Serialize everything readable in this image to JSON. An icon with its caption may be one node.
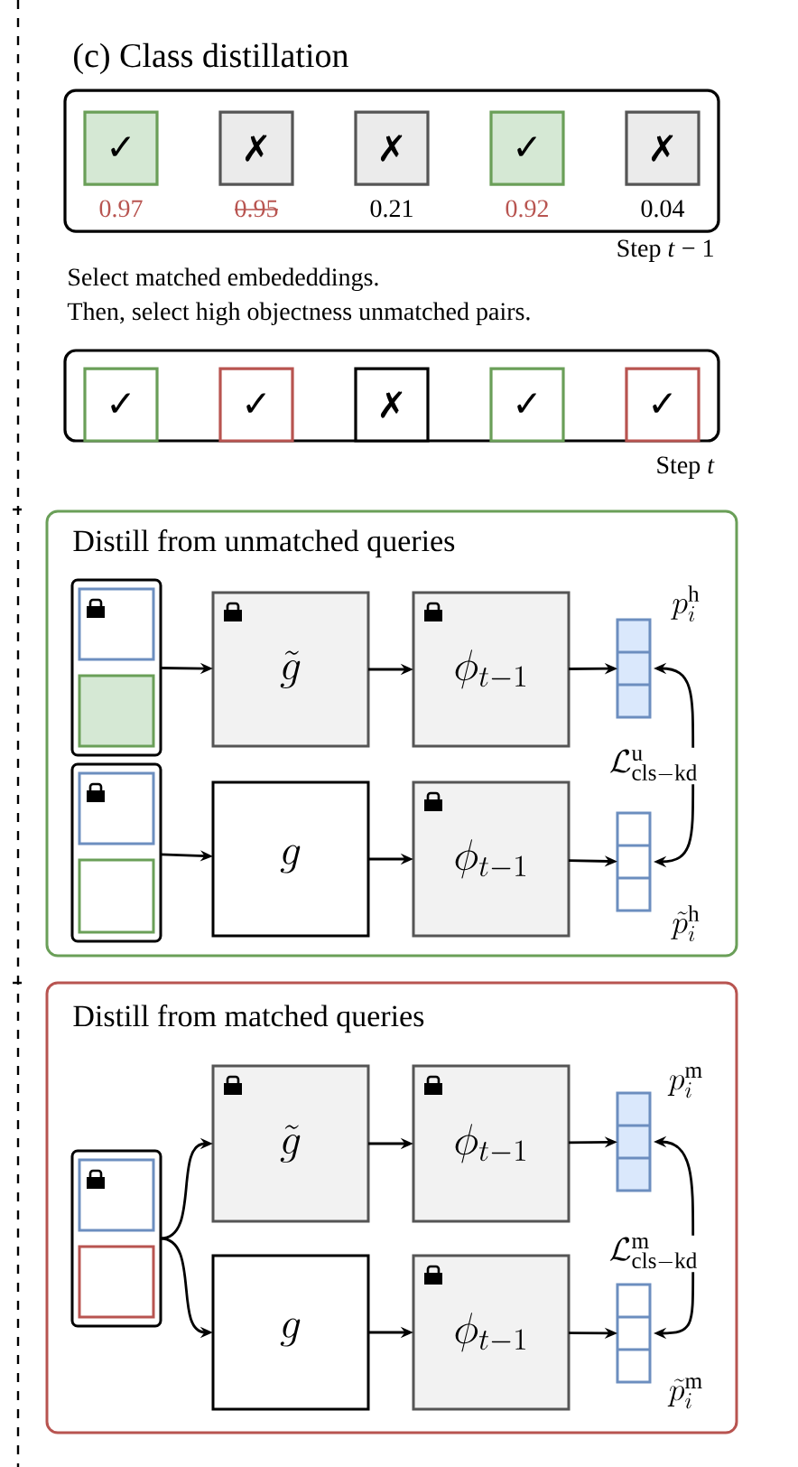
{
  "diagram": {
    "title": "(c) Class distillation",
    "nodes": [
      {
        "text": [
          "Step *t* − 1"
        ]
      },
      {
        "text": [
          "✓"
        ],
        "in": 0,
        "beside": [
          "0.97"
        ]
      },
      {
        "text": [
          "✗"
        ],
        "in": 0,
        "beside": [
          "0.95"
        ]
      },
      {
        "text": [
          "✗"
        ],
        "in": 0,
        "beside": [
          "0.21"
        ]
      },
      {
        "text": [
          "✓"
        ],
        "in": 0,
        "beside": [
          "0.92"
        ]
      },
      {
        "text": [
          "✗"
        ],
        "in": 0,
        "beside": [
          "0.04"
        ]
      },
      {
        "text": [
          "Step *t*"
        ]
      },
      {
        "text": [
          "✓"
        ],
        "in": 6
      },
      {
        "text": [
          "✓"
        ],
        "in": 6
      },
      {
        "text": [
          "✗"
        ],
        "in": 6
      },
      {
        "text": [
          "✓"
        ],
        "in": 6
      },
      {
        "text": [
          "✓"
        ],
        "in": 6
      },
      {
        "text": [
          "Distill from unmatched queries"
        ]
      },
      {
        "text": [],
        "shape": "box",
        "in": 12
      },
      {
        "text": [
          "\\tilde{g}"
        ],
        "in": 12
      },
      {
        "text": [
          "\\phi_{t-1}"
        ],
        "in": 12
      },
      {
        "text": [],
        "shape": "box",
        "in": 12,
        "beside": [
          "p_i^{\\mathrm{h}}"
        ]
      },
      {
        "text": [],
        "shape": "box",
        "in": 12
      },
      {
        "text": [
          "g"
        ],
        "in": 12
      },
      {
        "text": [
          "\\phi_{t-1}"
        ],
        "in": 12
      },
      {
        "text": [],
        "shape": "box",
        "in": 12,
        "beside": [
          "\\tilde{p}_i^{\\mathrm{h}}"
        ]
      },
      {
        "text": [
          "\\mathcal{L}^{\\mathrm{u}}_{\\mathrm{cls-kd}}"
        ],
        "in": 12
      },
      {
        "text": [
          "Distill from matched queries"
        ]
      },
      {
        "text": [],
        "shape": "box",
        "in": 22
      },
      {
        "text": [
          "\\tilde{g}"
        ],
        "in": 22
      },
      {
        "text": [
          "\\phi_{t-1}"
        ],
        "in": 22
      },
      {
        "text": [],
        "shape": "box",
        "in": 22,
        "beside": [
          "p_i^{\\mathrm{m}}"
        ]
      },
      {
        "text": [
          "g"
        ],
        "in": 22
      },
      {
        "text": [
          "\\phi_{t-1}"
        ],
        "in": 22
      },
      {
        "text": [],
        "shape": "box",
        "in": 22,
        "beside": [
          "\\tilde{p}_i^{\\mathrm{m}}"
        ]
      },
      {
        "text": [
          "\\mathcal{L}^{\\mathrm{m}}_{\\mathrm{cls-kd}}"
        ],
        "in": 22
      }
    ],
    "edges": [
      {
        "from": 13,
        "to": 14,
        "arrow": "to"
      },
      {
        "from": 14,
        "to": 15,
        "arrow": "to"
      },
      {
        "from": 15,
        "to": 16,
        "arrow": "to"
      },
      {
        "from": 17,
        "to": 18,
        "arrow": "to"
      },
      {
        "from": 18,
        "to": 19,
        "arrow": "to"
      },
      {
        "from": 19,
        "to": 20,
        "arrow": "to"
      },
      {
        "from": 21,
        "to": 16,
        "arrow": "to"
      },
      {
        "from": 21,
        "to": 20,
        "arrow": "to"
      },
      {
        "from": 23,
        "to": 24,
        "arrow": "to"
      },
      {
        "from": 23,
        "to": 27,
        "arrow": "to"
      },
      {
        "from": 24,
        "to": 25,
        "arrow": "to"
      },
      {
        "from": 25,
        "to": 26,
        "arrow": "to"
      },
      {
        "from": 27,
        "to": 28,
        "arrow": "to"
      },
      {
        "from": 28,
        "to": 29,
        "arrow": "to"
      },
      {
        "from": 30,
        "to": 26,
        "arrow": "to"
      },
      {
        "from": 30,
        "to": 29,
        "arrow": "to"
      }
    ],
    "labels": [
      "Select matched embededdings.",
      "Then, select high objectness unmatched pairs."
    ]
  }
}
